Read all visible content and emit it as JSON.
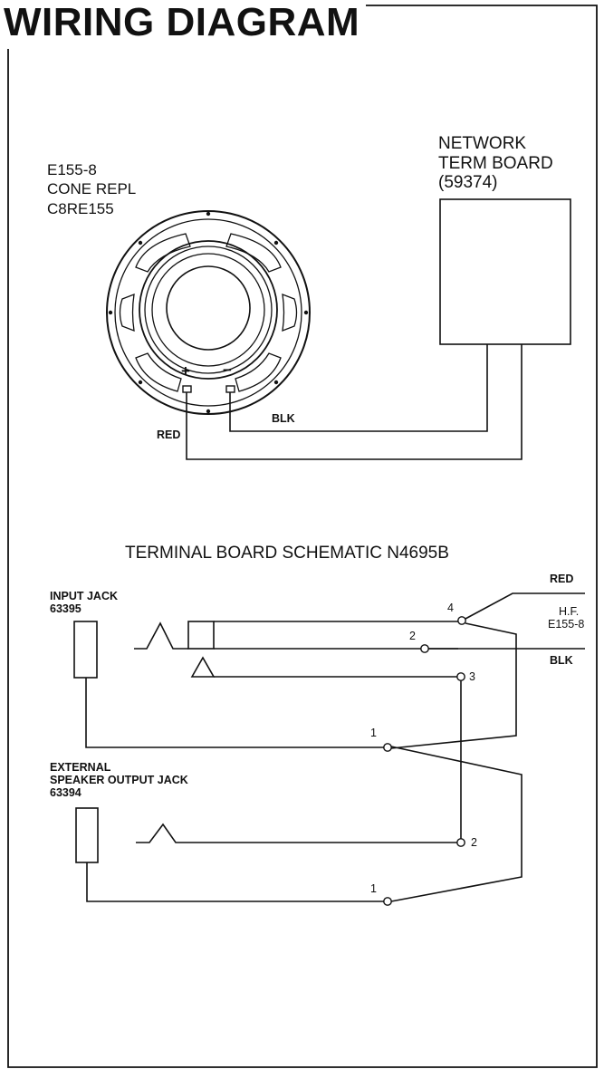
{
  "title": "WIRING DIAGRAM",
  "speaker": {
    "line1": "E155-8",
    "line2": "CONE REPL",
    "line3": "C8RE155",
    "plus": "+",
    "minus": "−"
  },
  "network": {
    "line1": "NETWORK",
    "line2": "TERM BOARD",
    "line3": "(59374)"
  },
  "wires": {
    "red": "RED",
    "blk": "BLK"
  },
  "schematic": {
    "title": "TERMINAL BOARD SCHEMATIC N4695B",
    "input_jack": {
      "line1": "INPUT JACK",
      "line2": "63395"
    },
    "external_jack": {
      "line1": "EXTERNAL",
      "line2": "SPEAKER OUTPUT JACK",
      "line3": "63394"
    },
    "hf": {
      "red": "RED",
      "line1": "H.F.",
      "line2": "E155-8",
      "blk": "BLK"
    },
    "terminals": {
      "t4": "4",
      "t2a": "2",
      "t3": "3",
      "t1a": "1",
      "t2b": "2",
      "t1b": "1"
    }
  }
}
